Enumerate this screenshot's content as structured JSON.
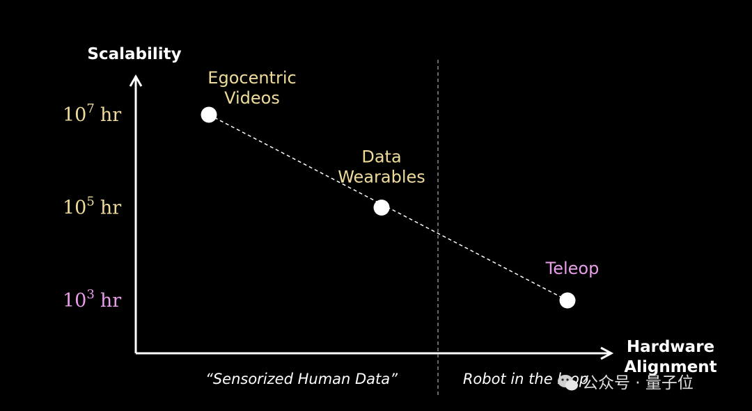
{
  "chart_data": {
    "type": "scatter",
    "ylabel": "Scalability",
    "xlabel_lines": [
      "Hardware",
      "Alignment"
    ],
    "y_scale": "log",
    "y_ticks": [
      {
        "value": 1000,
        "base": "10",
        "exp": "3",
        "unit": "hr",
        "color": "#e89ee8"
      },
      {
        "value": 100000,
        "base": "10",
        "exp": "5",
        "unit": "hr",
        "color": "#f0dc9a"
      },
      {
        "value": 10000000,
        "base": "10",
        "exp": "7",
        "unit": "hr",
        "color": "#f0dc9a"
      }
    ],
    "points": [
      {
        "label_lines": [
          "Egocentric",
          "Videos"
        ],
        "y": 10000000,
        "color": "#f0dc9a"
      },
      {
        "label_lines": [
          "Data",
          "Wearables"
        ],
        "y": 100000,
        "color": "#f0dc9a"
      },
      {
        "label_lines": [
          "Teleop"
        ],
        "y": 1000,
        "color": "#e89ee8"
      }
    ],
    "regions": [
      {
        "label": "“Sensorized Human Data”"
      },
      {
        "label": "Robot in the loop"
      }
    ],
    "grid": false,
    "legend": "none"
  },
  "watermark": {
    "text": "公众号 · 量子位"
  },
  "colors": {
    "background": "#000000",
    "axis": "#ffffff",
    "yellow": "#f0dc9a",
    "pink": "#e89ee8",
    "region_label": "#ffffff"
  }
}
